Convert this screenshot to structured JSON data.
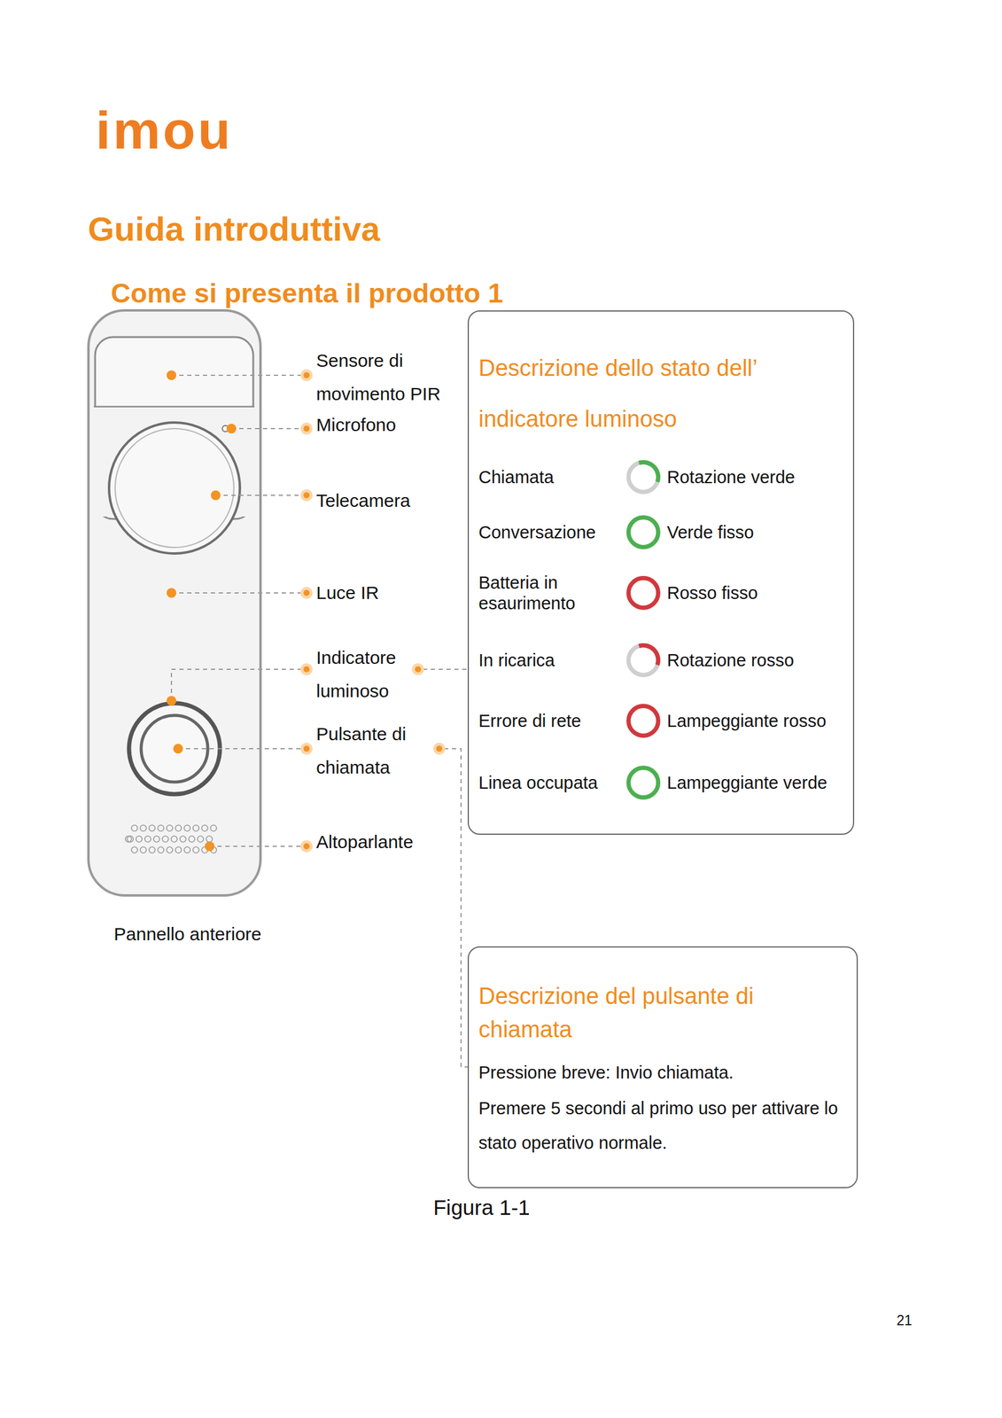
{
  "diagram": {
    "title": "Guida introduttiva",
    "caption": "Figura 1-1",
    "nodes": [
      {
        "text": [
          "Descrizione dello stato dell’ indicatore luminoso",
          "Chiamata",
          "Rotazione verde",
          "Conversazione",
          "Verde fisso",
          "Batteria in esaurimento",
          "Rosso fisso",
          "In ricarica",
          "Rotazione rosso",
          "Errore di rete",
          "Lampeggiante rosso",
          "Linea occupata",
          "Lampeggiante verde"
        ]
      },
      {
        "text": [
          "Descrizione del pulsante di chiamata",
          "Pressione breve: Invio chiamata.",
          "Premere 5 secondi al primo uso per attivare lo stato operativo normale."
        ]
      }
    ],
    "labels": [
      "imou",
      "Come si presenta il prodotto 1",
      "Sensore di movimento PIR",
      "Microfono",
      "Telecamera",
      "Luce IR",
      "Indicatore luminoso",
      "Pulsante di chiamata",
      "Altoparlante",
      "Pannello anteriore",
      "21"
    ]
  }
}
